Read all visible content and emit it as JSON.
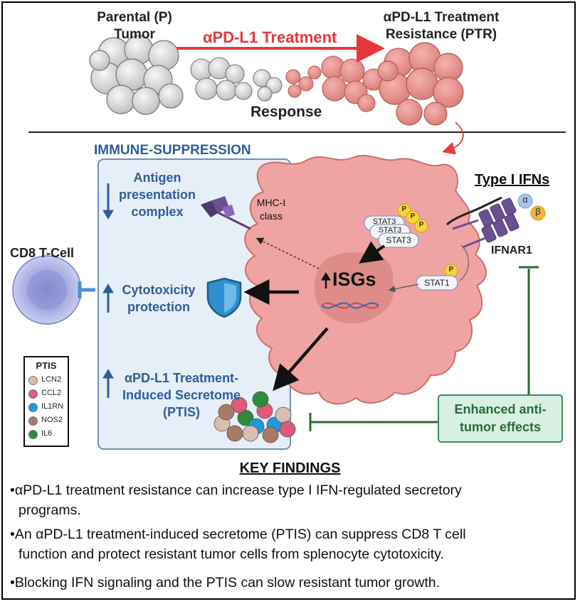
{
  "top": {
    "parental_label_line1": "Parental (P)",
    "parental_label_line2": "Tumor",
    "treatment_arrow_label": "αPD-L1 Treatment",
    "resistance_label_line1": "αPD-L1 Treatment",
    "resistance_label_line2": "Resistance (PTR)",
    "response_label": "Response"
  },
  "panel": {
    "title": "IMMUNE-SUPPRESSION",
    "antigen": [
      "Antigen",
      "presentation",
      "complex"
    ],
    "cytotoxicity": [
      "Cytotoxicity",
      "protection"
    ],
    "secretome": [
      "αPD-L1 Treatment-",
      "Induced Secretome",
      "(PTIS)"
    ]
  },
  "cell": {
    "mhc_label": [
      "MHC-I",
      "class"
    ],
    "stat3": "STAT3",
    "stat1": "STAT1",
    "phospho": "P",
    "isgs": "ISGs"
  },
  "ifn": {
    "title": "Type I IFNs",
    "alpha": "α",
    "beta": "β",
    "receptor": "IFNAR1"
  },
  "cd8_label": "CD8 T-Cell",
  "legend": {
    "title": "PTIS",
    "items": [
      {
        "label": "LCN2",
        "color": "#d9bdb0"
      },
      {
        "label": "CCL2",
        "color": "#e0587a"
      },
      {
        "label": "IL1RN",
        "color": "#1e9ad6"
      },
      {
        "label": "NOS2",
        "color": "#a87a68"
      },
      {
        "label": "IL6",
        "color": "#2f8a3a"
      }
    ]
  },
  "effects_box": [
    "Enhanced anti-",
    "tumor effects"
  ],
  "findings": {
    "title": "KEY FINDINGS",
    "items": [
      {
        "line1": "•αPD-L1 treatment resistance can increase type I IFN-regulated secretory",
        "line2": "programs."
      },
      {
        "line1": "•An αPD-L1 treatment-induced secretome (PTIS) can suppress CD8 T cell",
        "line2": "function and protect resistant tumor cells from splenocyte cytotoxicity."
      },
      {
        "line1": "•Blocking IFN signaling and the PTIS can slow resistant tumor growth.",
        "line2": ""
      }
    ]
  },
  "colors": {
    "blue_text": "#2e5d9a",
    "arrow_red": "#e8373c",
    "green": "#2a6b3a",
    "panel_bg": "#e6eef7",
    "cell_fill": "#efa3a3"
  }
}
